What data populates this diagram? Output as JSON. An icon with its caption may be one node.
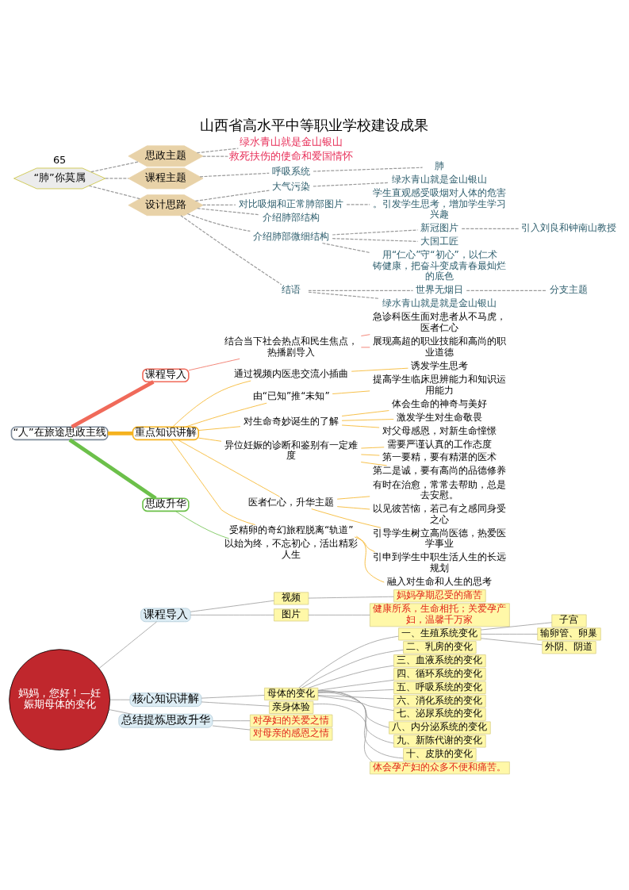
{
  "diagram": {
    "title": "山西省高水平中等职业学校建设成果",
    "nodes": [
      {
        "text": [
          "妈妈，您好！—妊娠期母体的变化"
        ]
      },
      {
        "text": [
          "课程导入"
        ]
      },
      {
        "text": [
          "视频"
        ]
      },
      {
        "text": [
          "妈妈孕期忍受的痛苦"
        ]
      },
      {
        "text": [
          "图片"
        ]
      },
      {
        "text": [
          "健康所系，生命相托；关爱孕产妇，温馨千万家"
        ]
      },
      {
        "text": [
          "核心知识讲解"
        ]
      },
      {
        "text": [
          "母体的变化"
        ]
      },
      {
        "text": [
          "一、生殖系统变化"
        ]
      },
      {
        "text": [
          "子宫"
        ]
      },
      {
        "text": [
          "输卵管、卵巢"
        ]
      },
      {
        "text": [
          "外阴、阴道"
        ]
      },
      {
        "text": [
          "二、乳房的变化"
        ]
      },
      {
        "text": [
          "三、血液系统的变化"
        ]
      },
      {
        "text": [
          "四、循环系统的变化"
        ]
      },
      {
        "text": [
          "五、呼吸系统的变化"
        ]
      },
      {
        "text": [
          "六、消化系统的变化"
        ]
      },
      {
        "text": [
          "七、泌尿系统的变化"
        ]
      },
      {
        "text": [
          "八、内分泌系统的变化"
        ]
      },
      {
        "text": [
          "九、新陈代谢的变化"
        ]
      },
      {
        "text": [
          "十、皮肤的变化"
        ]
      },
      {
        "text": [
          "亲身体验"
        ]
      },
      {
        "text": [
          "体会孕产妇的众多不便和痛苦。"
        ]
      },
      {
        "text": [
          "总结提炼思政升华"
        ]
      },
      {
        "text": [
          "对孕妇的关爱之情"
        ]
      },
      {
        "text": [
          "对母亲的感恩之情"
        ]
      },
      {
        "text": [
          "“人”在旅途思政主线"
        ]
      },
      {
        "text": [
          "课程导入"
        ]
      },
      {
        "text": [
          "结合当下社会热点和民生焦点，热播剧导入"
        ]
      },
      {
        "text": [
          "急诊科医生面对患者从不马虎，医者仁心"
        ]
      },
      {
        "text": [
          "展现高超的职业技能和高尚的职业道德"
        ]
      },
      {
        "text": [
          "重点知识讲解"
        ]
      },
      {
        "text": [
          "通过视频内医患交流小插曲"
        ]
      },
      {
        "text": [
          "诱发学生思考"
        ]
      },
      {
        "text": [
          "由“已知”推“未知”"
        ]
      },
      {
        "text": [
          "提高学生临床思辨能力和知识运用能力"
        ]
      },
      {
        "text": [
          "对生命奇妙诞生的了解"
        ]
      },
      {
        "text": [
          "体会生命的神奇与美好"
        ]
      },
      {
        "text": [
          "激发学生对生命敬畏"
        ]
      },
      {
        "text": [
          "对父母感恩，对新生命憧憬"
        ]
      },
      {
        "text": [
          "异位妊娠的诊断和鉴别有一定难度"
        ]
      },
      {
        "text": [
          "需要严谨认真的工作态度"
        ]
      },
      {
        "text": [
          "第一要精，要有精湛的医术"
        ]
      },
      {
        "text": [
          "第二是诚，要有高尚的品德修养"
        ]
      },
      {
        "text": [
          "医者仁心，升华主题"
        ]
      },
      {
        "text": [
          "有时在治愈，常常去帮助，总是去安慰。"
        ]
      },
      {
        "text": [
          "以见彼苦恼，若己有之感同身受之心"
        ]
      },
      {
        "text": [
          "引导学生树立高尚医德，热爱医学事业"
        ]
      },
      {
        "text": [
          "受精卵的奇幻旅程脱离“轨道”"
        ]
      },
      {
        "text": [
          "引申到学生中职生活人生的长远规划"
        ]
      },
      {
        "text": [
          "融入对生命和人生的思考"
        ]
      },
      {
        "text": [
          "思政升华"
        ]
      },
      {
        "text": [
          "以始为终，不忘初心，活出精彩人生"
        ]
      },
      {
        "text": [
          "“肺”你莫属"
        ]
      },
      {
        "text": [
          "思政主题"
        ]
      },
      {
        "text": [
          "绿水青山就是金山银山"
        ]
      },
      {
        "text": [
          "救死扶伤的使命和爱国情怀"
        ]
      },
      {
        "text": [
          "课程主题"
        ]
      },
      {
        "text": [
          "呼吸系统"
        ]
      },
      {
        "text": [
          "肺"
        ]
      },
      {
        "text": [
          "设计思路"
        ]
      },
      {
        "text": [
          "大气污染"
        ]
      },
      {
        "text": [
          "绿水青山就是金山银山"
        ]
      },
      {
        "text": [
          "对比吸烟和正常肺部图片"
        ]
      },
      {
        "text": [
          "学生直观感受吸烟对人体的危害。引发学生思考，增加学生学习兴趣"
        ]
      },
      {
        "text": [
          "介绍肺部结构"
        ]
      },
      {
        "text": [
          "介绍肺部微细结构"
        ]
      },
      {
        "text": [
          "新冠图片"
        ]
      },
      {
        "text": [
          "引入刘良和钟南山教授"
        ]
      },
      {
        "text": [
          "大国工匠"
        ]
      },
      {
        "text": [
          "用“仁心”守“初心”，以仁术铸健康，把奋斗变成青春最灿烂的底色"
        ]
      },
      {
        "text": [
          "结语"
        ]
      },
      {
        "text": [
          "世界无烟日"
        ]
      },
      {
        "text": [
          "分支主题"
        ]
      },
      {
        "text": [
          "绿水青山就是就是金山银山"
        ]
      }
    ],
    "edges": [
      {
        "from": 0,
        "to": 1,
        "arrow": "none"
      },
      {
        "from": 1,
        "to": 2,
        "arrow": "none"
      },
      {
        "from": 2,
        "to": 3,
        "arrow": "none"
      },
      {
        "from": 1,
        "to": 4,
        "arrow": "none"
      },
      {
        "from": 4,
        "to": 5,
        "arrow": "none"
      },
      {
        "from": 0,
        "to": 6,
        "arrow": "none"
      },
      {
        "from": 6,
        "to": 7,
        "arrow": "none"
      },
      {
        "from": 7,
        "to": 8,
        "arrow": "none"
      },
      {
        "from": 8,
        "to": 9,
        "arrow": "none"
      },
      {
        "from": 8,
        "to": 10,
        "arrow": "none"
      },
      {
        "from": 8,
        "to": 11,
        "arrow": "none"
      },
      {
        "from": 7,
        "to": 12,
        "arrow": "none"
      },
      {
        "from": 7,
        "to": 13,
        "arrow": "none"
      },
      {
        "from": 7,
        "to": 14,
        "arrow": "none"
      },
      {
        "from": 7,
        "to": 15,
        "arrow": "none"
      },
      {
        "from": 7,
        "to": 16,
        "arrow": "none"
      },
      {
        "from": 7,
        "to": 17,
        "arrow": "none"
      },
      {
        "from": 7,
        "to": 18,
        "arrow": "none"
      },
      {
        "from": 7,
        "to": 19,
        "arrow": "none"
      },
      {
        "from": 7,
        "to": 20,
        "arrow": "none"
      },
      {
        "from": 6,
        "to": 21,
        "arrow": "none"
      },
      {
        "from": 21,
        "to": 22,
        "arrow": "none"
      },
      {
        "from": 0,
        "to": 23,
        "arrow": "none"
      },
      {
        "from": 23,
        "to": 24,
        "arrow": "none"
      },
      {
        "from": 23,
        "to": 25,
        "arrow": "none"
      },
      {
        "from": 26,
        "to": 27,
        "arrow": "none",
        "style": "thick",
        "color": "#f06a5a"
      },
      {
        "from": 27,
        "to": 28,
        "arrow": "none",
        "color": "#f06a5a"
      },
      {
        "from": 28,
        "to": 29,
        "arrow": "none",
        "color": "#f06a5a"
      },
      {
        "from": 28,
        "to": 30,
        "arrow": "none",
        "color": "#f06a5a"
      },
      {
        "from": 26,
        "to": 31,
        "arrow": "none",
        "style": "thick",
        "color": "#f5b21f"
      },
      {
        "from": 31,
        "to": 32,
        "arrow": "none",
        "color": "#f5b21f"
      },
      {
        "from": 32,
        "to": 33,
        "arrow": "none",
        "color": "#f5b21f"
      },
      {
        "from": 31,
        "to": 34,
        "arrow": "none",
        "color": "#f5b21f"
      },
      {
        "from": 34,
        "to": 35,
        "arrow": "none",
        "color": "#f5b21f"
      },
      {
        "from": 31,
        "to": 36,
        "arrow": "none",
        "color": "#f5b21f"
      },
      {
        "from": 36,
        "to": 37,
        "arrow": "none",
        "color": "#f5b21f"
      },
      {
        "from": 36,
        "to": 38,
        "arrow": "none",
        "color": "#f5b21f"
      },
      {
        "from": 36,
        "to": 39,
        "arrow": "none",
        "color": "#f5b21f"
      },
      {
        "from": 31,
        "to": 40,
        "arrow": "none",
        "color": "#f5b21f"
      },
      {
        "from": 40,
        "to": 41,
        "arrow": "none",
        "color": "#f5b21f"
      },
      {
        "from": 40,
        "to": 42,
        "arrow": "none",
        "color": "#f5b21f"
      },
      {
        "from": 40,
        "to": 43,
        "arrow": "none",
        "color": "#f5b21f"
      },
      {
        "from": 31,
        "to": 44,
        "arrow": "none",
        "color": "#f5b21f"
      },
      {
        "from": 44,
        "to": 45,
        "arrow": "none",
        "color": "#f5b21f"
      },
      {
        "from": 44,
        "to": 46,
        "arrow": "none",
        "color": "#f5b21f"
      },
      {
        "from": 44,
        "to": 47,
        "arrow": "none",
        "color": "#f5b21f"
      },
      {
        "from": 31,
        "to": 48,
        "arrow": "none",
        "color": "#f5b21f"
      },
      {
        "from": 48,
        "to": 49,
        "arrow": "none",
        "color": "#f5b21f"
      },
      {
        "from": 48,
        "to": 50,
        "arrow": "none",
        "color": "#f5b21f"
      },
      {
        "from": 26,
        "to": 51,
        "arrow": "none",
        "style": "thick",
        "color": "#6cc04a"
      },
      {
        "from": 51,
        "to": 52,
        "arrow": "none",
        "color": "#6cc04a"
      },
      {
        "from": 53,
        "to": 54,
        "arrow": "none",
        "style": "dashed"
      },
      {
        "from": 54,
        "to": 55,
        "arrow": "none",
        "style": "dashed"
      },
      {
        "from": 54,
        "to": 56,
        "arrow": "none",
        "style": "dashed"
      },
      {
        "from": 53,
        "to": 57,
        "arrow": "none",
        "style": "dashed"
      },
      {
        "from": 57,
        "to": 58,
        "arrow": "none",
        "style": "dashed"
      },
      {
        "from": 58,
        "to": 59,
        "arrow": "none",
        "style": "dashed"
      },
      {
        "from": 53,
        "to": 60,
        "arrow": "none",
        "style": "dashed"
      },
      {
        "from": 60,
        "to": 61,
        "arrow": "none",
        "style": "dashed"
      },
      {
        "from": 61,
        "to": 62,
        "arrow": "none",
        "style": "dashed"
      },
      {
        "from": 60,
        "to": 63,
        "arrow": "none",
        "style": "dashed"
      },
      {
        "from": 63,
        "to": 64,
        "arrow": "none",
        "style": "dashed"
      },
      {
        "from": 60,
        "to": 65,
        "arrow": "none",
        "style": "dashed"
      },
      {
        "from": 60,
        "to": 66,
        "arrow": "none",
        "style": "dashed"
      },
      {
        "from": 66,
        "to": 67,
        "arrow": "none",
        "style": "dashed"
      },
      {
        "from": 67,
        "to": 68,
        "arrow": "none",
        "style": "dashed"
      },
      {
        "from": 66,
        "to": 69,
        "arrow": "none",
        "style": "dashed"
      },
      {
        "from": 66,
        "to": 70,
        "arrow": "none",
        "style": "dashed"
      },
      {
        "from": 60,
        "to": 71,
        "arrow": "none",
        "style": "dashed"
      },
      {
        "from": 71,
        "to": 72,
        "arrow": "none",
        "style": "dashed"
      },
      {
        "from": 72,
        "to": 73,
        "arrow": "none",
        "style": "dashed"
      },
      {
        "from": 71,
        "to": 74,
        "arrow": "none",
        "style": "dashed"
      }
    ],
    "labels": [
      "65"
    ]
  }
}
